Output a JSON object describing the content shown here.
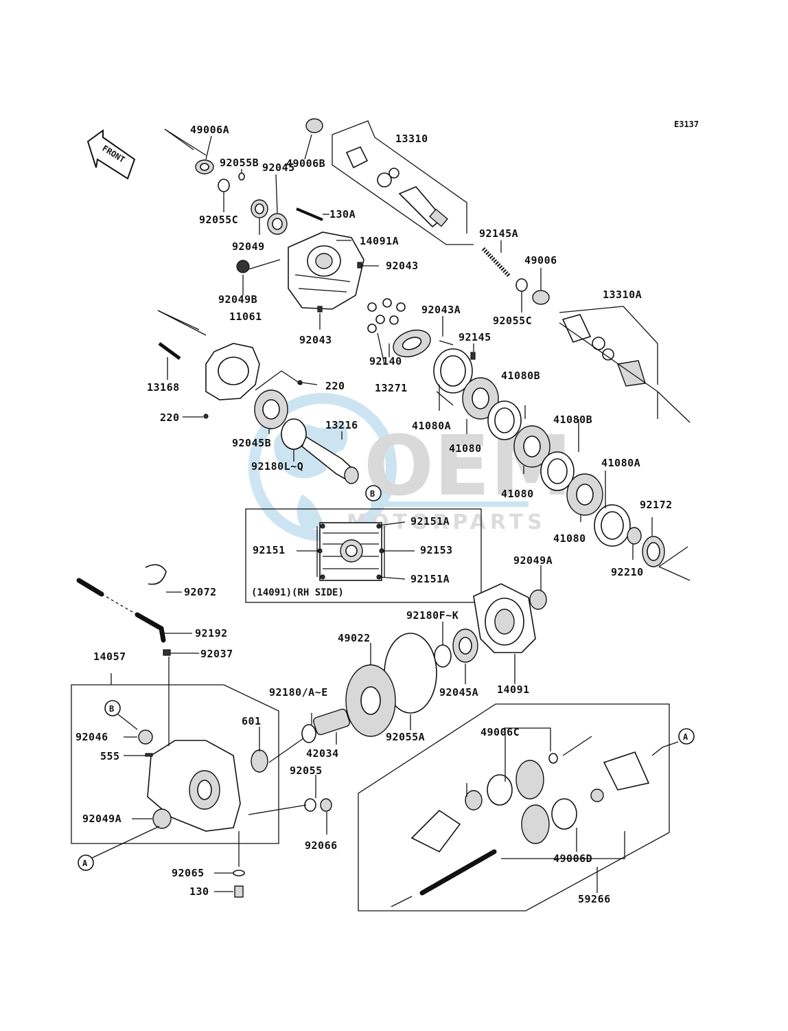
{
  "diagram_code": "E3137",
  "front_label": "FRONT",
  "watermark": {
    "brand": "OEM",
    "sub": "MOTORPARTS"
  },
  "inset_box": {
    "caption": "(14091)(RH SIDE)"
  },
  "markers": {
    "A": "A",
    "B": "B"
  },
  "labels": {
    "l_49006A": "49006A",
    "l_92055B": "92055B",
    "l_92055C_top": "92055C",
    "l_49006B": "49006B",
    "l_13310": "13310",
    "l_92045": "92045",
    "l_130A": "130A",
    "l_92049": "92049",
    "l_14091A": "14091A",
    "l_92043_r": "92043",
    "l_92049B": "92049B",
    "l_11061": "11061",
    "l_92043_b": "92043",
    "l_92145A": "92145A",
    "l_49006": "49006",
    "l_92055C_r": "92055C",
    "l_13310A": "13310A",
    "l_92043A": "92043A",
    "l_92145": "92145",
    "l_92140": "92140",
    "l_13168": "13168",
    "l_220_a": "220",
    "l_220_b": "220",
    "l_13271": "13271",
    "l_41080B_1": "41080B",
    "l_41080A_1": "41080A",
    "l_92045B": "92045B",
    "l_13216": "13216",
    "l_41080B_2": "41080B",
    "l_41080_1": "41080",
    "l_92180LQ": "92180L~Q",
    "l_41080A_2": "41080A",
    "l_41080_2": "41080",
    "l_92151A_t": "92151A",
    "l_92151": "92151",
    "l_92153": "92153",
    "l_92151A_b": "92151A",
    "l_92172": "92172",
    "l_41080_3": "41080",
    "l_92210": "92210",
    "l_92049A_r": "92049A",
    "l_92072": "92072",
    "l_92180FK": "92180F~K",
    "l_92192": "92192",
    "l_49022": "49022",
    "l_92037": "92037",
    "l_14057": "14057",
    "l_92045A": "92045A",
    "l_14091": "14091",
    "l_92180AE": "92180/A~E",
    "l_601": "601",
    "l_92046": "92046",
    "l_42034": "42034",
    "l_92055A": "92055A",
    "l_49006C": "49006C",
    "l_555": "555",
    "l_92055": "92055",
    "l_92049A_l": "92049A",
    "l_92066": "92066",
    "l_49006D": "49006D",
    "l_92065": "92065",
    "l_130": "130",
    "l_59266": "59266"
  }
}
